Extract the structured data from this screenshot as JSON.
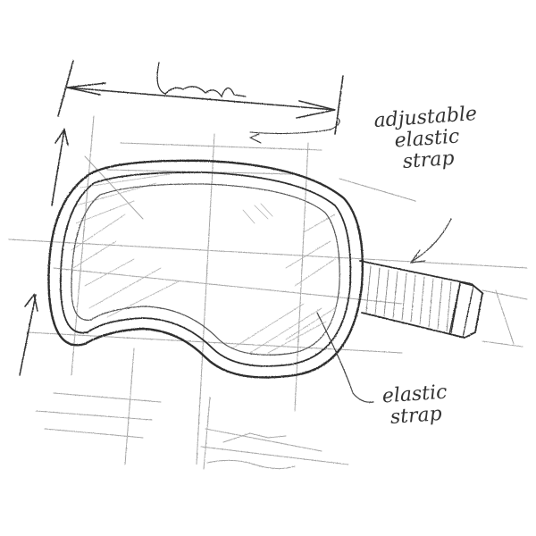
{
  "annotations": {
    "top_label": {
      "line1": "adjustable",
      "line2": "elastic",
      "line3": "strap"
    },
    "bottom_label": {
      "line1": "elastic",
      "line2": "strap"
    }
  },
  "colors": {
    "pencil": "#3a3a3a",
    "guide": "#9a9a9a",
    "shade": "#b0b0b0"
  }
}
